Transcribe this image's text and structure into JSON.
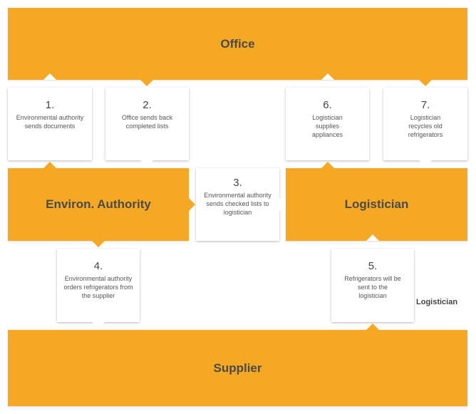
{
  "blocks": {
    "office": "Office",
    "authority": "Environ. Authority",
    "logistician": "Logistician",
    "supplier": "Supplier"
  },
  "steps": [
    {
      "num": "1.",
      "text": "Environmental authority sends documents"
    },
    {
      "num": "2.",
      "text": "Office sends back completed lists"
    },
    {
      "num": "3.",
      "text": "Environmental authority sends checked lists to logistician"
    },
    {
      "num": "4.",
      "text": "Environmental authority orders refrigerators from the supplier"
    },
    {
      "num": "5.",
      "text": "Refrigerators will be sent to the logistician"
    },
    {
      "num": "6.",
      "text": "Logistician supplies appliances"
    },
    {
      "num": "7.",
      "text": "Logistician recycles old refrigerators"
    }
  ],
  "side_label": "Logistician",
  "colors": {
    "block": "#f5a823",
    "card": "#ffffff",
    "text": "#4a4a4a"
  }
}
